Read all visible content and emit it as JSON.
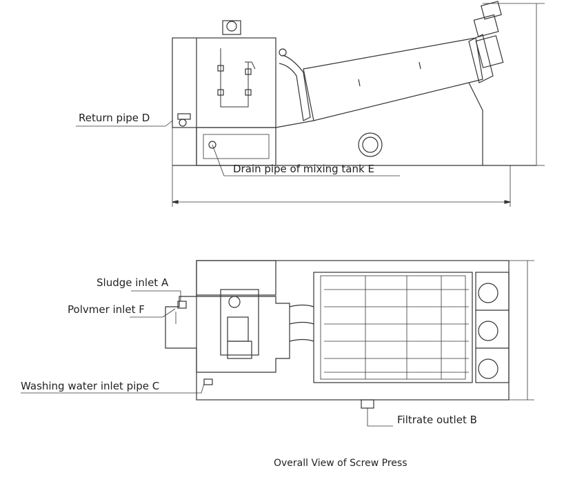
{
  "labels": {
    "return_pipe": "Return pipe D",
    "drain_pipe": "Drain pipe of mixing tank E",
    "sludge_inlet": "Sludge inlet A",
    "polymer_inlet": "Polvmer inlet F",
    "washing_water": "Washing water inlet pipe C",
    "filtrate_outlet": "Filtrate outlet B"
  },
  "caption": "Overall View of Screw Press"
}
